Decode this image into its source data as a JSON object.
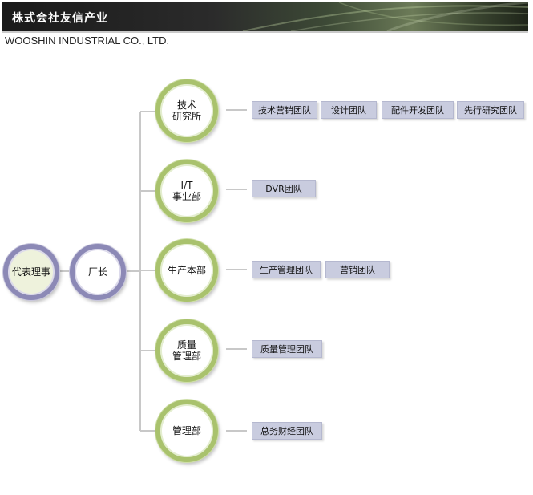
{
  "header": {
    "title": "株式会社友信产业",
    "subtitle": "WOOSHIN INDUSTRIAL CO., LTD."
  },
  "org": {
    "ceo": "代表理事",
    "factory_head": "厂长",
    "divisions": [
      {
        "name": "技术\n研究所",
        "teams": [
          "技术营销团队",
          "设计团队",
          "配件开发团队",
          "先行研究团队"
        ]
      },
      {
        "name": "I/T\n事业部",
        "teams": [
          "DVR团队"
        ]
      },
      {
        "name": "生产本部",
        "teams": [
          "生产管理团队",
          "营销团队"
        ]
      },
      {
        "name": "质量\n管理部",
        "teams": [
          "质量管理团队"
        ]
      },
      {
        "name": "管理部",
        "teams": [
          "总务财经团队"
        ]
      }
    ]
  },
  "colors": {
    "division_ring": "#a9c26d",
    "exec_ring": "#8c89b6",
    "team_box": "#c9ccdf",
    "connector": "#c8c8c8"
  }
}
